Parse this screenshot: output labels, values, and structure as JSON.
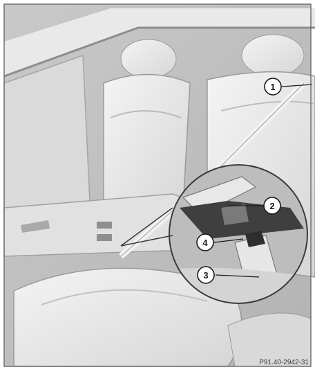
{
  "figure": {
    "callouts": [
      {
        "id": "1",
        "label": "1"
      },
      {
        "id": "2",
        "label": "2"
      },
      {
        "id": "3",
        "label": "3"
      },
      {
        "id": "4",
        "label": "4"
      }
    ],
    "reference_code": "P91.40-2942-31"
  }
}
